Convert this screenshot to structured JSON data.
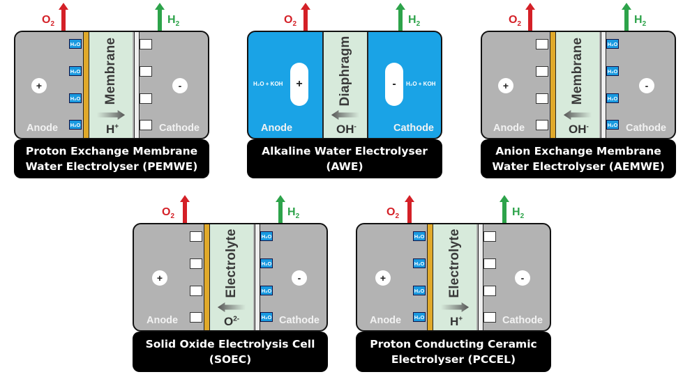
{
  "colors": {
    "oxygen": "#d42027",
    "hydrogen": "#2da34a",
    "cell_gray": "#b3b3b3",
    "alkaline_blue": "#1aa3e6",
    "membrane_green": "#d7eadb",
    "anode_separator_gold": "#e0a92a",
    "water_blue": "#1a9ae0"
  },
  "common": {
    "o2": "O",
    "o2_sub": "2",
    "h2": "H",
    "h2_sub": "2",
    "anode": "Anode",
    "cathode": "Cathode",
    "plus": "+",
    "minus": "-",
    "h2o": "H₂O",
    "h2o_koh": "H₂O + KOH"
  },
  "cells": [
    {
      "id": "pemwe",
      "title_line1": "Proton Exchange Membrane",
      "title_line2": "Water Electrolyser (PEMWE)",
      "separator": "Membrane",
      "ion": "H",
      "ion_charge": "+",
      "ion_direction": "right",
      "water_side": "anode"
    },
    {
      "id": "awe",
      "title_line1": "Alkaline Water Electrolyser",
      "title_line2": "(AWE)",
      "separator": "Diaphragm",
      "ion": "OH",
      "ion_charge": "-",
      "ion_direction": "left",
      "water_side": "both"
    },
    {
      "id": "aemwe",
      "title_line1": "Anion Exchange Membrane",
      "title_line2": "Water Electrolyser (AEMWE)",
      "separator": "Membrane",
      "ion": "OH",
      "ion_charge": "-",
      "ion_direction": "left",
      "water_side": "cathode"
    },
    {
      "id": "soec",
      "title_line1": "Solid Oxide Electrolysis Cell",
      "title_line2": "(SOEC)",
      "separator": "Electrolyte",
      "ion": "O",
      "ion_charge": "2-",
      "ion_direction": "left",
      "water_side": "cathode"
    },
    {
      "id": "pccel",
      "title_line1": "Proton Conducting Ceramic",
      "title_line2": "Electrolyser (PCCEL)",
      "separator": "Electrolyte",
      "ion": "H",
      "ion_charge": "+",
      "ion_direction": "right",
      "water_side": "anode"
    }
  ]
}
